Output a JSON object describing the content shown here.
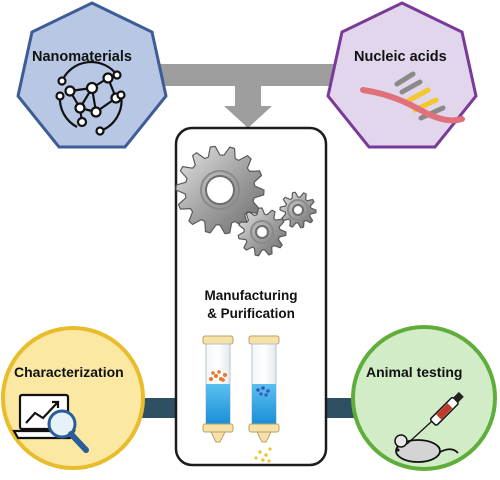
{
  "nodes": {
    "nanomaterials": {
      "label": "Nanomaterials",
      "icon": "nanoparticle-network-icon",
      "fill": "#b8c8e4",
      "stroke": "#3e5c97"
    },
    "nucleic_acids": {
      "label": "Nucleic acids",
      "icon": "dna-strand-icon",
      "fill": "#e2d6ec",
      "stroke": "#7a3a99"
    },
    "process": {
      "label_line1": "Manufacturing",
      "label_line2": "& Purification",
      "icons": [
        "gears-icon",
        "purification-column-icon"
      ]
    },
    "characterization": {
      "label": "Characterization",
      "icon": "laptop-magnifier-icon",
      "fill": "#fbe8a3",
      "stroke": "#e8bc2a"
    },
    "animal_testing": {
      "label": "Animal testing",
      "icon": "mouse-syringe-icon",
      "fill": "#d2ecc7",
      "stroke": "#5fae3c"
    }
  },
  "colors": {
    "connector": "#9e9e9e",
    "side_connector": "#2f4f63"
  }
}
